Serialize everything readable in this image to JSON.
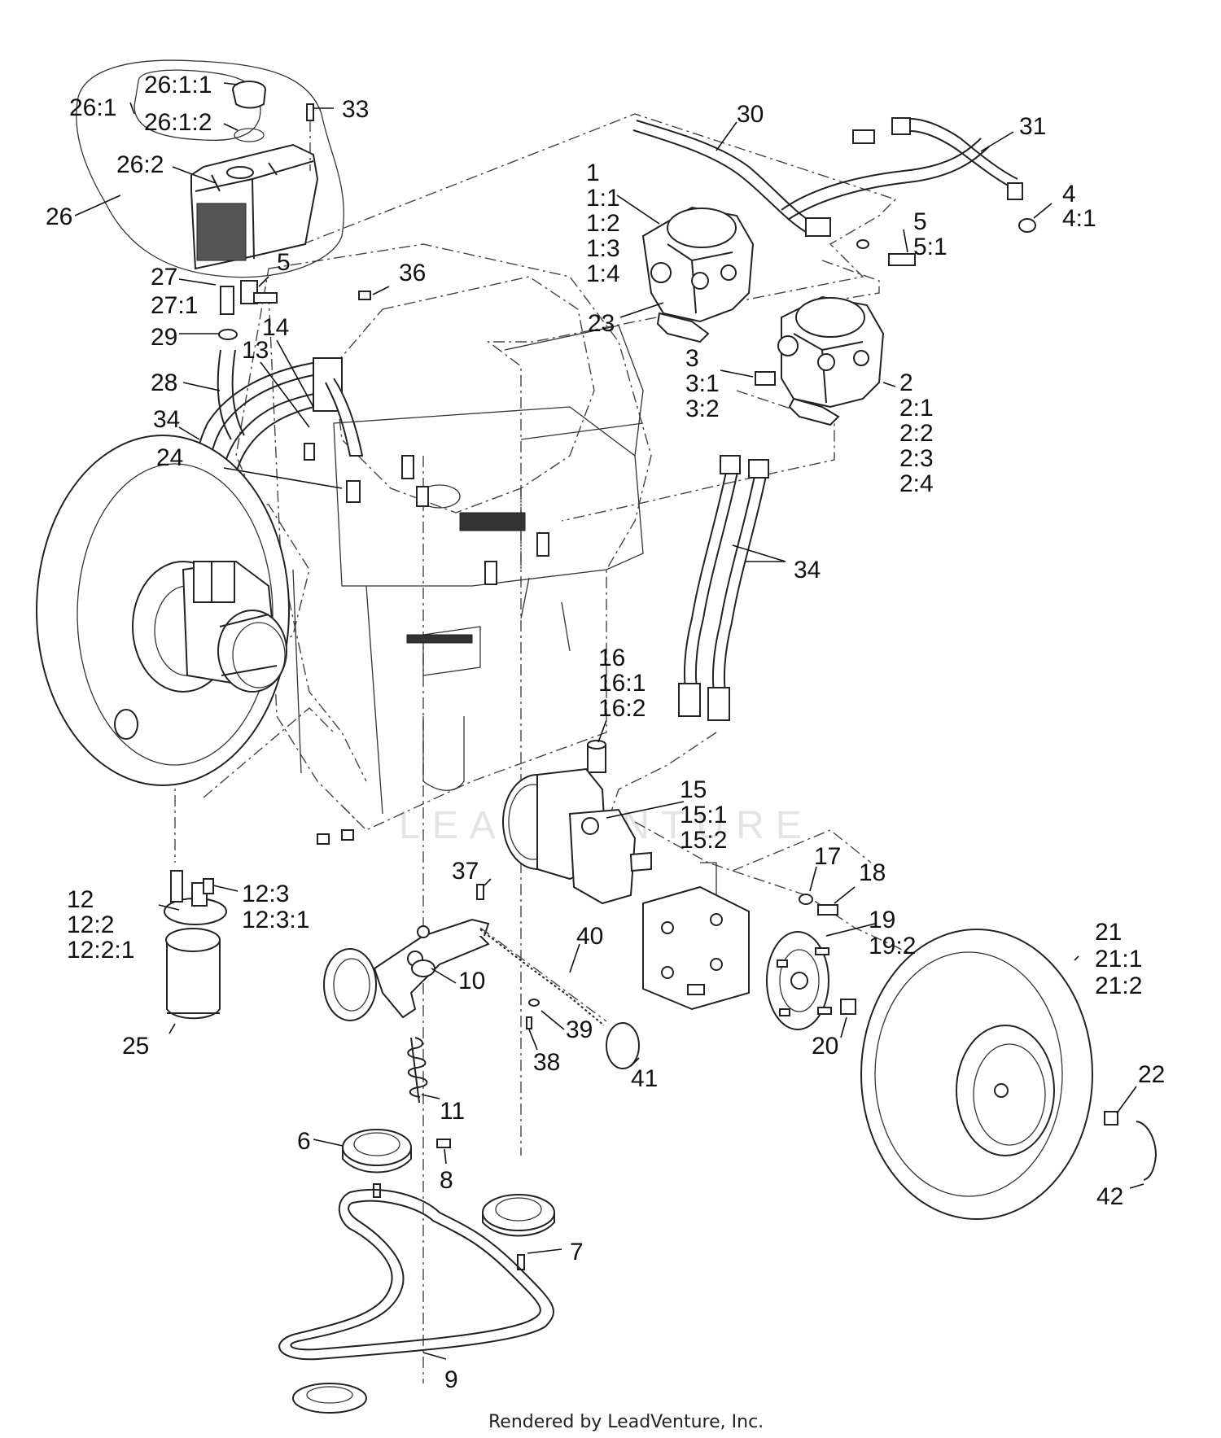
{
  "callouts": [
    {
      "text": "26:1:1"
    },
    {
      "text": "26:1"
    },
    {
      "text": "26:1:2"
    },
    {
      "text": "33"
    },
    {
      "text": "26:2"
    },
    {
      "text": "26"
    },
    {
      "text": "27"
    },
    {
      "text": "27:1"
    },
    {
      "text": "5"
    },
    {
      "text": "36"
    },
    {
      "text": "29"
    },
    {
      "text": "14"
    },
    {
      "text": "13"
    },
    {
      "text": "28"
    },
    {
      "text": "34"
    },
    {
      "text": "24"
    },
    {
      "text": "30"
    },
    {
      "text": "31"
    },
    {
      "text": "1"
    },
    {
      "text": "1:1"
    },
    {
      "text": "1:2"
    },
    {
      "text": "1:3"
    },
    {
      "text": "1:4"
    },
    {
      "text": "23"
    },
    {
      "text": "5"
    },
    {
      "text": "5:1"
    },
    {
      "text": "4"
    },
    {
      "text": "4:1"
    },
    {
      "text": "3"
    },
    {
      "text": "3:1"
    },
    {
      "text": "3:2"
    },
    {
      "text": "2"
    },
    {
      "text": "2:1"
    },
    {
      "text": "2:2"
    },
    {
      "text": "2:3"
    },
    {
      "text": "2:4"
    },
    {
      "text": "34"
    },
    {
      "text": "16"
    },
    {
      "text": "16:1"
    },
    {
      "text": "16:2"
    },
    {
      "text": "15"
    },
    {
      "text": "15:1"
    },
    {
      "text": "15:2"
    },
    {
      "text": "17"
    },
    {
      "text": "18"
    },
    {
      "text": "19"
    },
    {
      "text": "19:2"
    },
    {
      "text": "21"
    },
    {
      "text": "21:1"
    },
    {
      "text": "21:2"
    },
    {
      "text": "12"
    },
    {
      "text": "12:2"
    },
    {
      "text": "12:2:1"
    },
    {
      "text": "12:3"
    },
    {
      "text": "12:3:1"
    },
    {
      "text": "37"
    },
    {
      "text": "40"
    },
    {
      "text": "10"
    },
    {
      "text": "39"
    },
    {
      "text": "38"
    },
    {
      "text": "41"
    },
    {
      "text": "20"
    },
    {
      "text": "25"
    },
    {
      "text": "11"
    },
    {
      "text": "22"
    },
    {
      "text": "6"
    },
    {
      "text": "8"
    },
    {
      "text": "42"
    },
    {
      "text": "7"
    },
    {
      "text": "9"
    }
  ],
  "watermark": "LEADVENTURE",
  "footer": "Rendered by LeadVenture, Inc."
}
